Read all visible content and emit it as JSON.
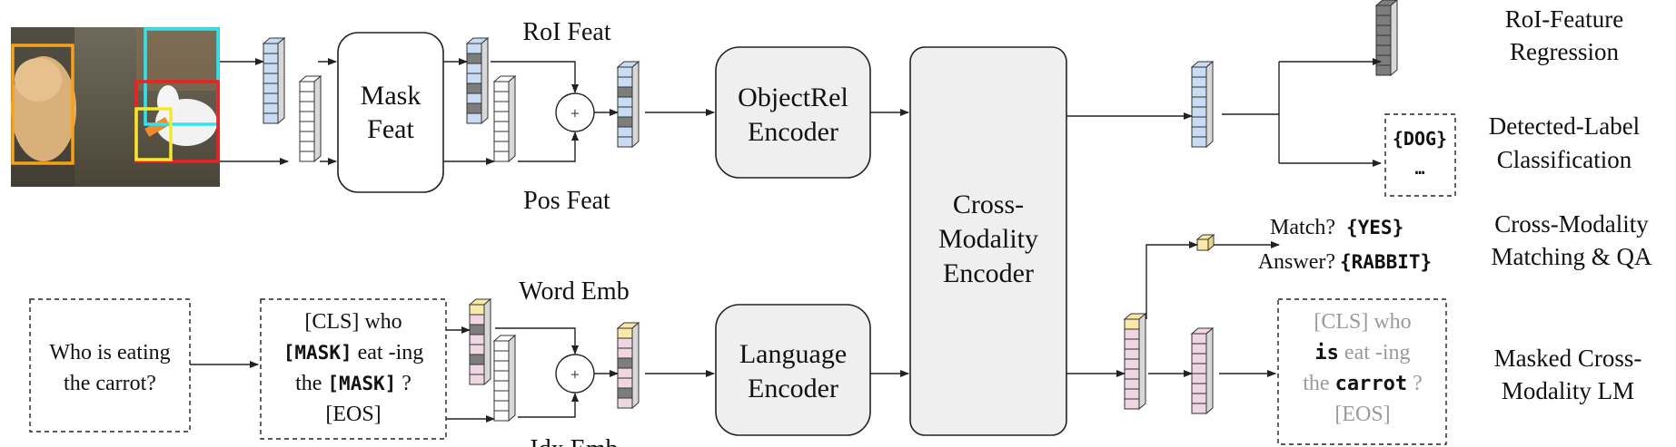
{
  "colors": {
    "blue": "#c9dcf3",
    "grey_cell": "#7d7d7d",
    "pink": "#eed6e2",
    "yellow": "#f8e9a6",
    "white": "#ffffff",
    "box_fill": "#efefef",
    "bbox_orange": "#f7a21b",
    "bbox_cyan": "#2fe3f0",
    "bbox_red": "#ee2020",
    "bbox_yellow": "#f5e92d"
  },
  "image": {
    "subject": "photo of a puppy and a rabbit eating a carrot, with detected bounding boxes",
    "boxes": [
      "orange",
      "cyan",
      "red",
      "yellow"
    ]
  },
  "blocks": {
    "mask_feat": [
      "Mask",
      "Feat"
    ],
    "objectrel_encoder": [
      "ObjectRel",
      "Encoder"
    ],
    "language_encoder": [
      "Language",
      "Encoder"
    ],
    "cross_modality_encoder": [
      "Cross-",
      "Modality",
      "Encoder"
    ]
  },
  "labels": {
    "roi_feat": "RoI Feat",
    "pos_feat": "Pos Feat",
    "word_emb": "Word Emb",
    "idx_emb": "Idx Emb",
    "plus": "+"
  },
  "question_box": [
    "Who is eating",
    "the carrot?"
  ],
  "tokens_box": {
    "line1": "[CLS] who",
    "line2_mask": "[MASK]",
    "line2_rest": " eat -ing",
    "line3_pre": "the ",
    "line3_mask": "[MASK]",
    "line3_post": " ?",
    "line4": "[EOS]"
  },
  "detected_label_box": {
    "label": "{DOG}",
    "ellipsis": "…"
  },
  "qa": {
    "match_label": "Match?",
    "match_value": "{YES}",
    "answer_label": "Answer?",
    "answer_value": "{RABBIT}"
  },
  "lm_output_box": {
    "line1": "[CLS] who",
    "line2_bold": "is",
    "line2_rest": " eat -ing",
    "line3_pre": "the ",
    "line3_bold": "carrot",
    "line3_post": " ?",
    "line4": "[EOS]"
  },
  "tasks": {
    "roi_regression": [
      "RoI-Feature",
      "Regression"
    ],
    "label_classification": [
      "Detected-Label",
      "Classification"
    ],
    "matching_qa": [
      "Cross-Modality",
      "Matching & QA"
    ],
    "masked_lm": [
      "Masked Cross-",
      "Modality LM"
    ]
  }
}
